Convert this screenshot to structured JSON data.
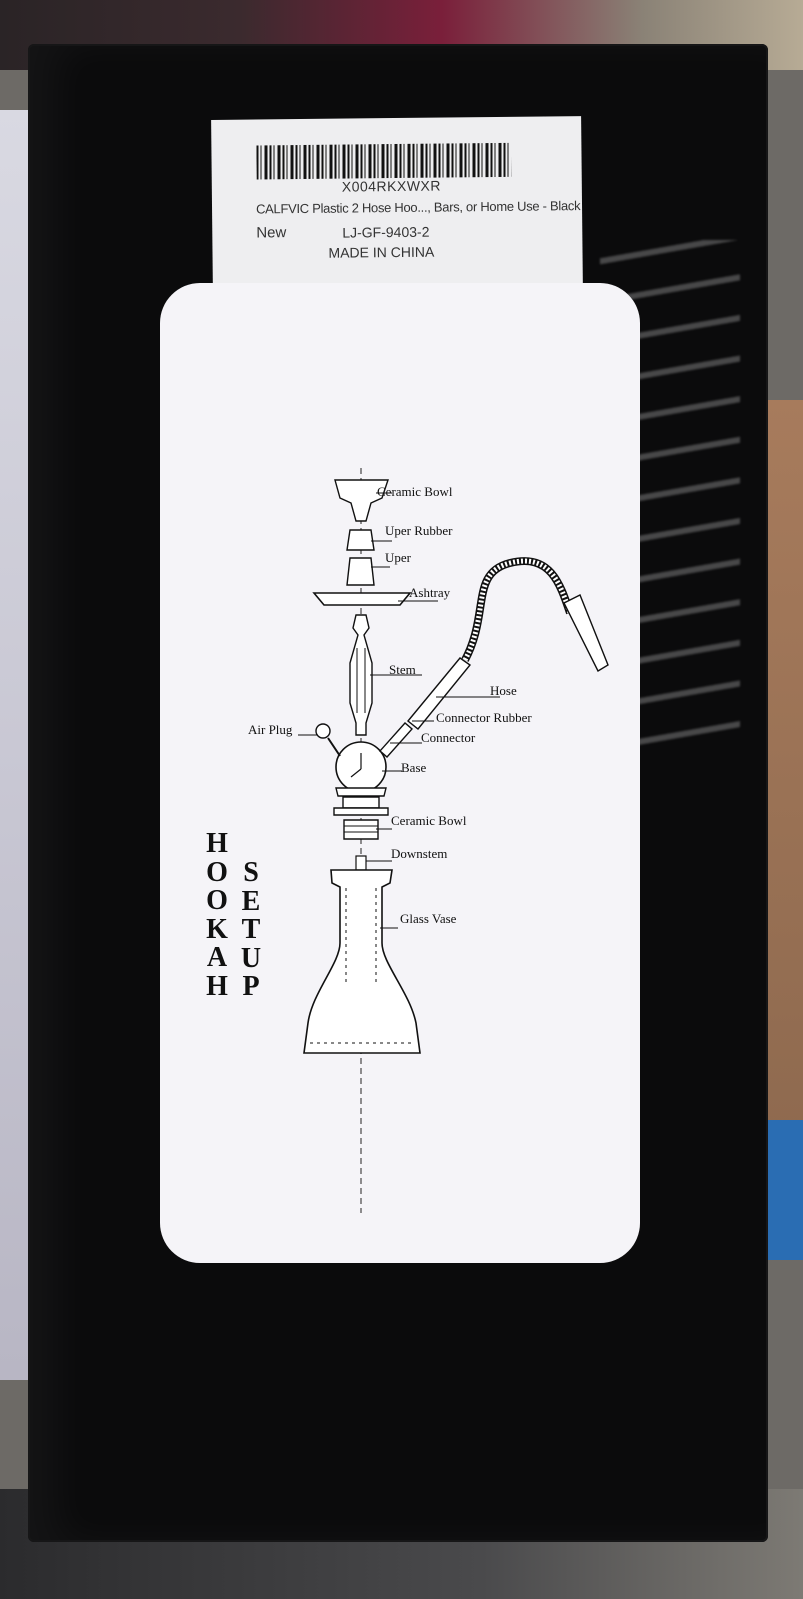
{
  "sticker": {
    "code": "X004RKXWXR",
    "title": "CALFVIC Plastic 2 Hose Hoo..., Bars, or Home Use - Black",
    "condition": "New",
    "model": "LJ-GF-9403-2",
    "origin": "MADE IN CHINA"
  },
  "diagram": {
    "labels": {
      "ceramic_bowl_top": "Ceramic Bowl",
      "uper_rubber": "Uper Rubber",
      "uper": "Uper",
      "ashtray": "Ashtray",
      "stem": "Stem",
      "hose": "Hose",
      "connector_rubber": "Connector Rubber",
      "air_plug": "Air Plug",
      "connector": "Connector",
      "base": "Base",
      "ceramic_bowl_bottom": "Ceramic Bowl",
      "downstem": "Downstem",
      "glass_vase": "Glass Vase"
    },
    "title_col1": [
      "H",
      "O",
      "O",
      "K",
      "A",
      "H"
    ],
    "title_col2": [
      "S",
      "E",
      "T",
      "U",
      "P"
    ]
  }
}
